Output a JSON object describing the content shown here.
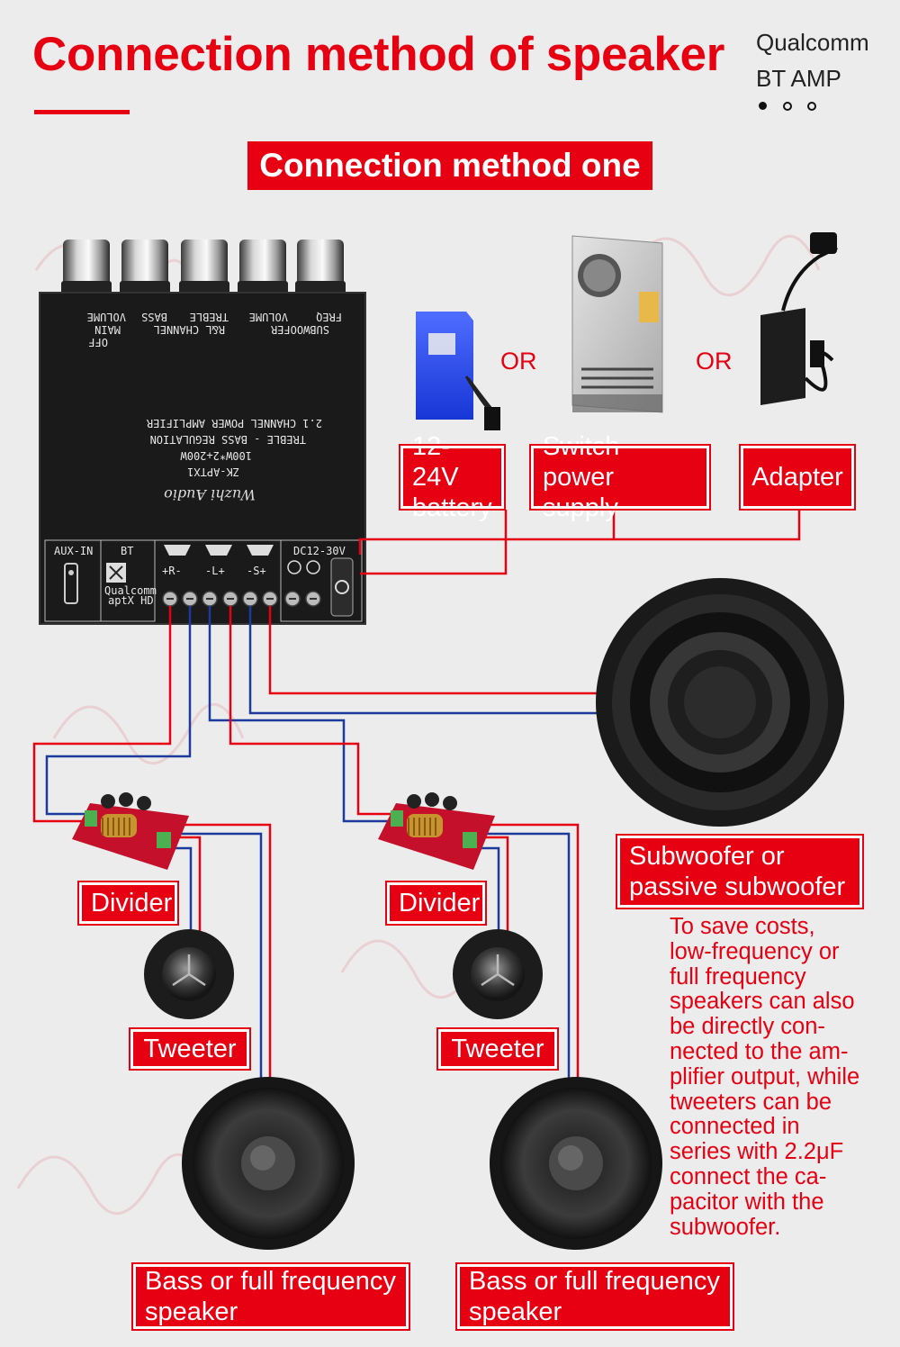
{
  "header": {
    "title": "Connection method of speaker",
    "brand_line1": "Qualcomm",
    "brand_line2": "BT AMP",
    "section_title": "Connection method one"
  },
  "power": {
    "battery": [
      "12-24V",
      "battery"
    ],
    "or_1": "OR",
    "switch_supply": [
      "Switch power",
      "supply"
    ],
    "or_2": "OR",
    "adapter": "Adapter"
  },
  "board": {
    "upside_down_labels": [
      "VOLUME",
      "MAIN",
      "BASS",
      "TREBLE",
      "R&L CHANNEL",
      "VOLUME",
      "FREQ",
      "SUBWOOFER",
      "OFF",
      "2.1 CHANNEL POWER AMPLIFIER",
      "TREBLE - BASS REGULATION",
      "100W*2+200W",
      "ZK-APTX1"
    ],
    "logo_script": "Wuzhi Audio",
    "aux_label": "AUX-IN",
    "bt_label": "BT",
    "right_out": "+R-",
    "left_out": "-L+",
    "sub_out": "-S+",
    "dc_label": "DC12-30V",
    "chip_label": [
      "Qualcomm",
      "aptX HD"
    ]
  },
  "speakers": {
    "divider_left": "Divider",
    "divider_right": "Divider",
    "tweeter_left": "Tweeter",
    "tweeter_right": "Tweeter",
    "bass_left": [
      "Bass or full frequency",
      "speaker"
    ],
    "bass_right": [
      "Bass or full frequency",
      "speaker"
    ],
    "subwoofer": [
      "Subwoofer or",
      "passive subwoofer"
    ]
  },
  "notes": [
    "To save costs,",
    "low-frequency or",
    "full frequency",
    "speakers can also",
    "be directly con-",
    "nected to the am-",
    "plifier output, while",
    "tweeters can be",
    "connected in",
    "series with 2.2μF",
    "connect the ca-",
    "pacitor with the",
    "subwoofer."
  ],
  "colors": {
    "accent": "#e60012",
    "wire_red": "#e60012",
    "wire_blue": "#1c3a9e",
    "background": "#ececec",
    "board": "#1a1a1a"
  },
  "icons": [
    "pagination-dots",
    "knob-icon",
    "battery-icon",
    "switch-power-supply-icon",
    "adapter-icon",
    "amplifier-board",
    "crossover-divider-icon",
    "tweeter-icon",
    "woofer-icon",
    "subwoofer-icon"
  ]
}
